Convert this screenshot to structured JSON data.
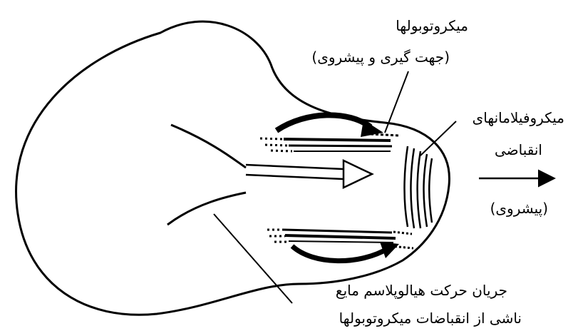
{
  "labels": {
    "microtubules": "میکروتوبولها",
    "microtubules_role": "(جهت گیری و پیشروی)",
    "microfilaments": "میکروفیلامانهای",
    "microfilaments_role": "انقباضی",
    "advance": "(پیشروی)",
    "flow_line1": "جریان حرکت هیالوپلاسم مایع",
    "flow_line2": "ناشی از انقباضات میکروتوبولها"
  }
}
